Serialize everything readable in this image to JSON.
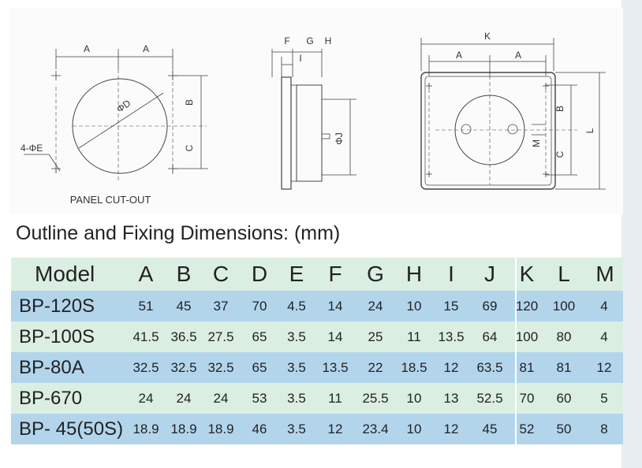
{
  "drawings": {
    "panel_cutout": {
      "label": "PANEL CUT-OUT",
      "dim_a1": "A",
      "dim_a2": "A",
      "dim_b": "B",
      "dim_c": "C",
      "dim_d": "ΦD",
      "dim_e": "4-ΦE"
    },
    "side_view": {
      "dim_f": "F",
      "dim_g": "G",
      "dim_h": "H",
      "dim_i": "I",
      "dim_j": "ΦJ"
    },
    "front_view": {
      "dim_k": "K",
      "dim_a1": "A",
      "dim_a2": "A",
      "dim_b": "B",
      "dim_c": "C",
      "dim_l": "L",
      "dim_m": "M"
    }
  },
  "table": {
    "title": "Outline and Fixing Dimensions: (mm)",
    "headers": [
      "Model",
      "A",
      "B",
      "C",
      "D",
      "E",
      "F",
      "G",
      "H",
      "I",
      "J",
      "K",
      "L",
      "M"
    ],
    "rows": [
      [
        "BP-120S",
        "51",
        "45",
        "37",
        "70",
        "4.5",
        "14",
        "24",
        "10",
        "15",
        "69",
        "120",
        "100",
        "4"
      ],
      [
        "BP-100S",
        "41.5",
        "36.5",
        "27.5",
        "65",
        "3.5",
        "14",
        "25",
        "11",
        "13.5",
        "64",
        "100",
        "80",
        "4"
      ],
      [
        "BP-80A",
        "32.5",
        "32.5",
        "32.5",
        "65",
        "3.5",
        "13.5",
        "22",
        "18.5",
        "12",
        "63.5",
        "81",
        "81",
        "12"
      ],
      [
        "BP-670",
        "24",
        "24",
        "24",
        "53",
        "3.5",
        "11",
        "25.5",
        "10",
        "13",
        "52.5",
        "70",
        "60",
        "5"
      ],
      [
        "BP- 45(50S)",
        "18.9",
        "18.9",
        "18.9",
        "46",
        "3.5",
        "12",
        "23.4",
        "10",
        "12",
        "45",
        "52",
        "50",
        "8"
      ]
    ]
  }
}
